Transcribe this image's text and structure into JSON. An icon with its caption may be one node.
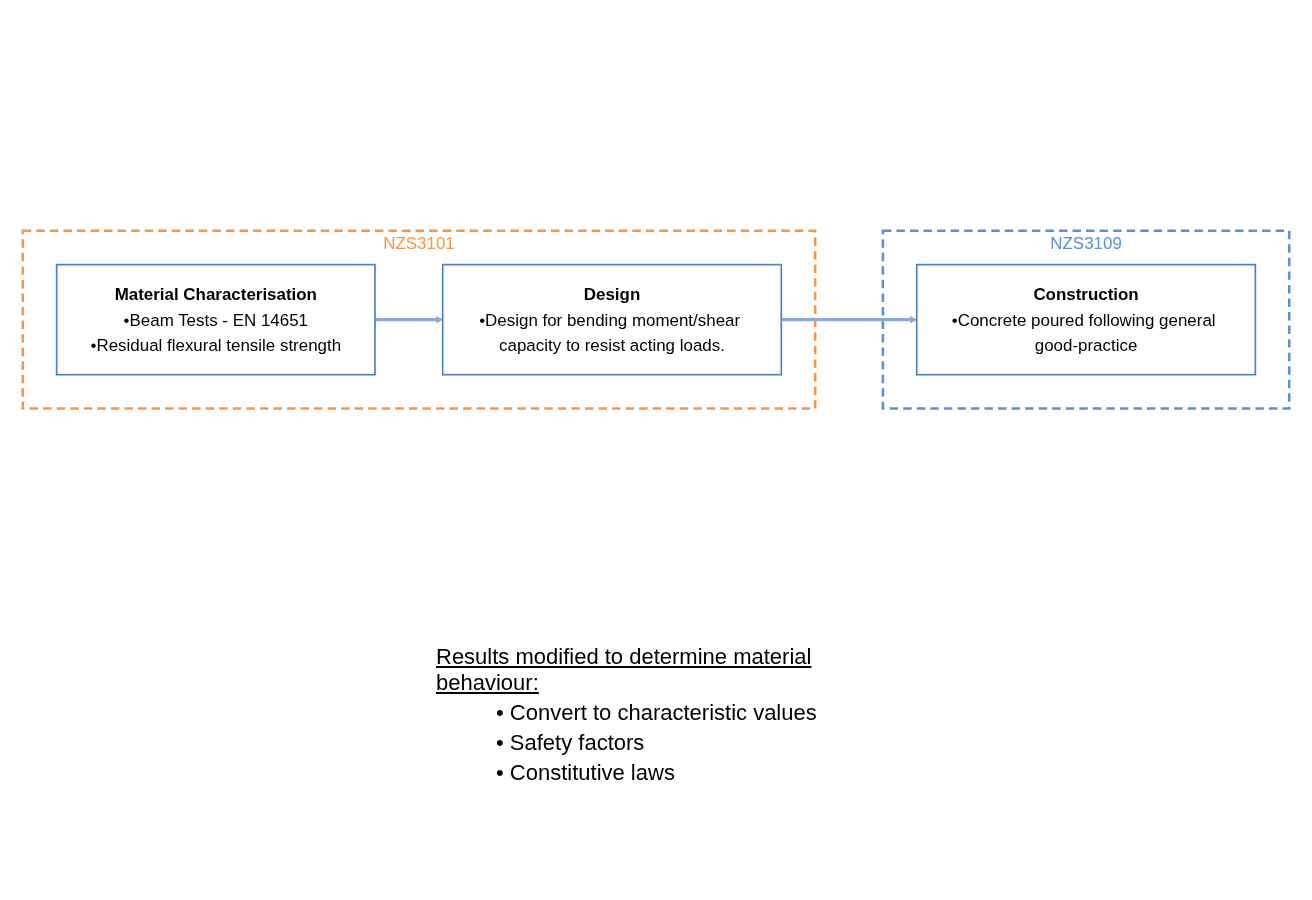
{
  "diagram": {
    "nodes": [
      {
        "text": [
          "NZS3101"
        ]
      },
      {
        "text": [
          "Material Characterisation",
          "•Beam Tests - EN 14651",
          "•Residual flexural tensile strength"
        ],
        "in": 0
      },
      {
        "text": [
          "Design",
          "•Design for bending moment/shear capacity to resist acting loads."
        ],
        "in": 0
      },
      {
        "text": [
          "NZS3109"
        ]
      },
      {
        "text": [
          "Construction",
          "•Concrete poured following general good-practice"
        ],
        "in": 3
      }
    ],
    "edges": [
      {
        "from": 1,
        "to": 2,
        "arrow": "to"
      },
      {
        "from": 2,
        "to": 4,
        "arrow": "to"
      }
    ],
    "labels": [
      "Results modified to determine material behaviour:",
      "• Convert to characteristic values",
      "• Safety factors",
      "• Constitutive laws"
    ]
  }
}
